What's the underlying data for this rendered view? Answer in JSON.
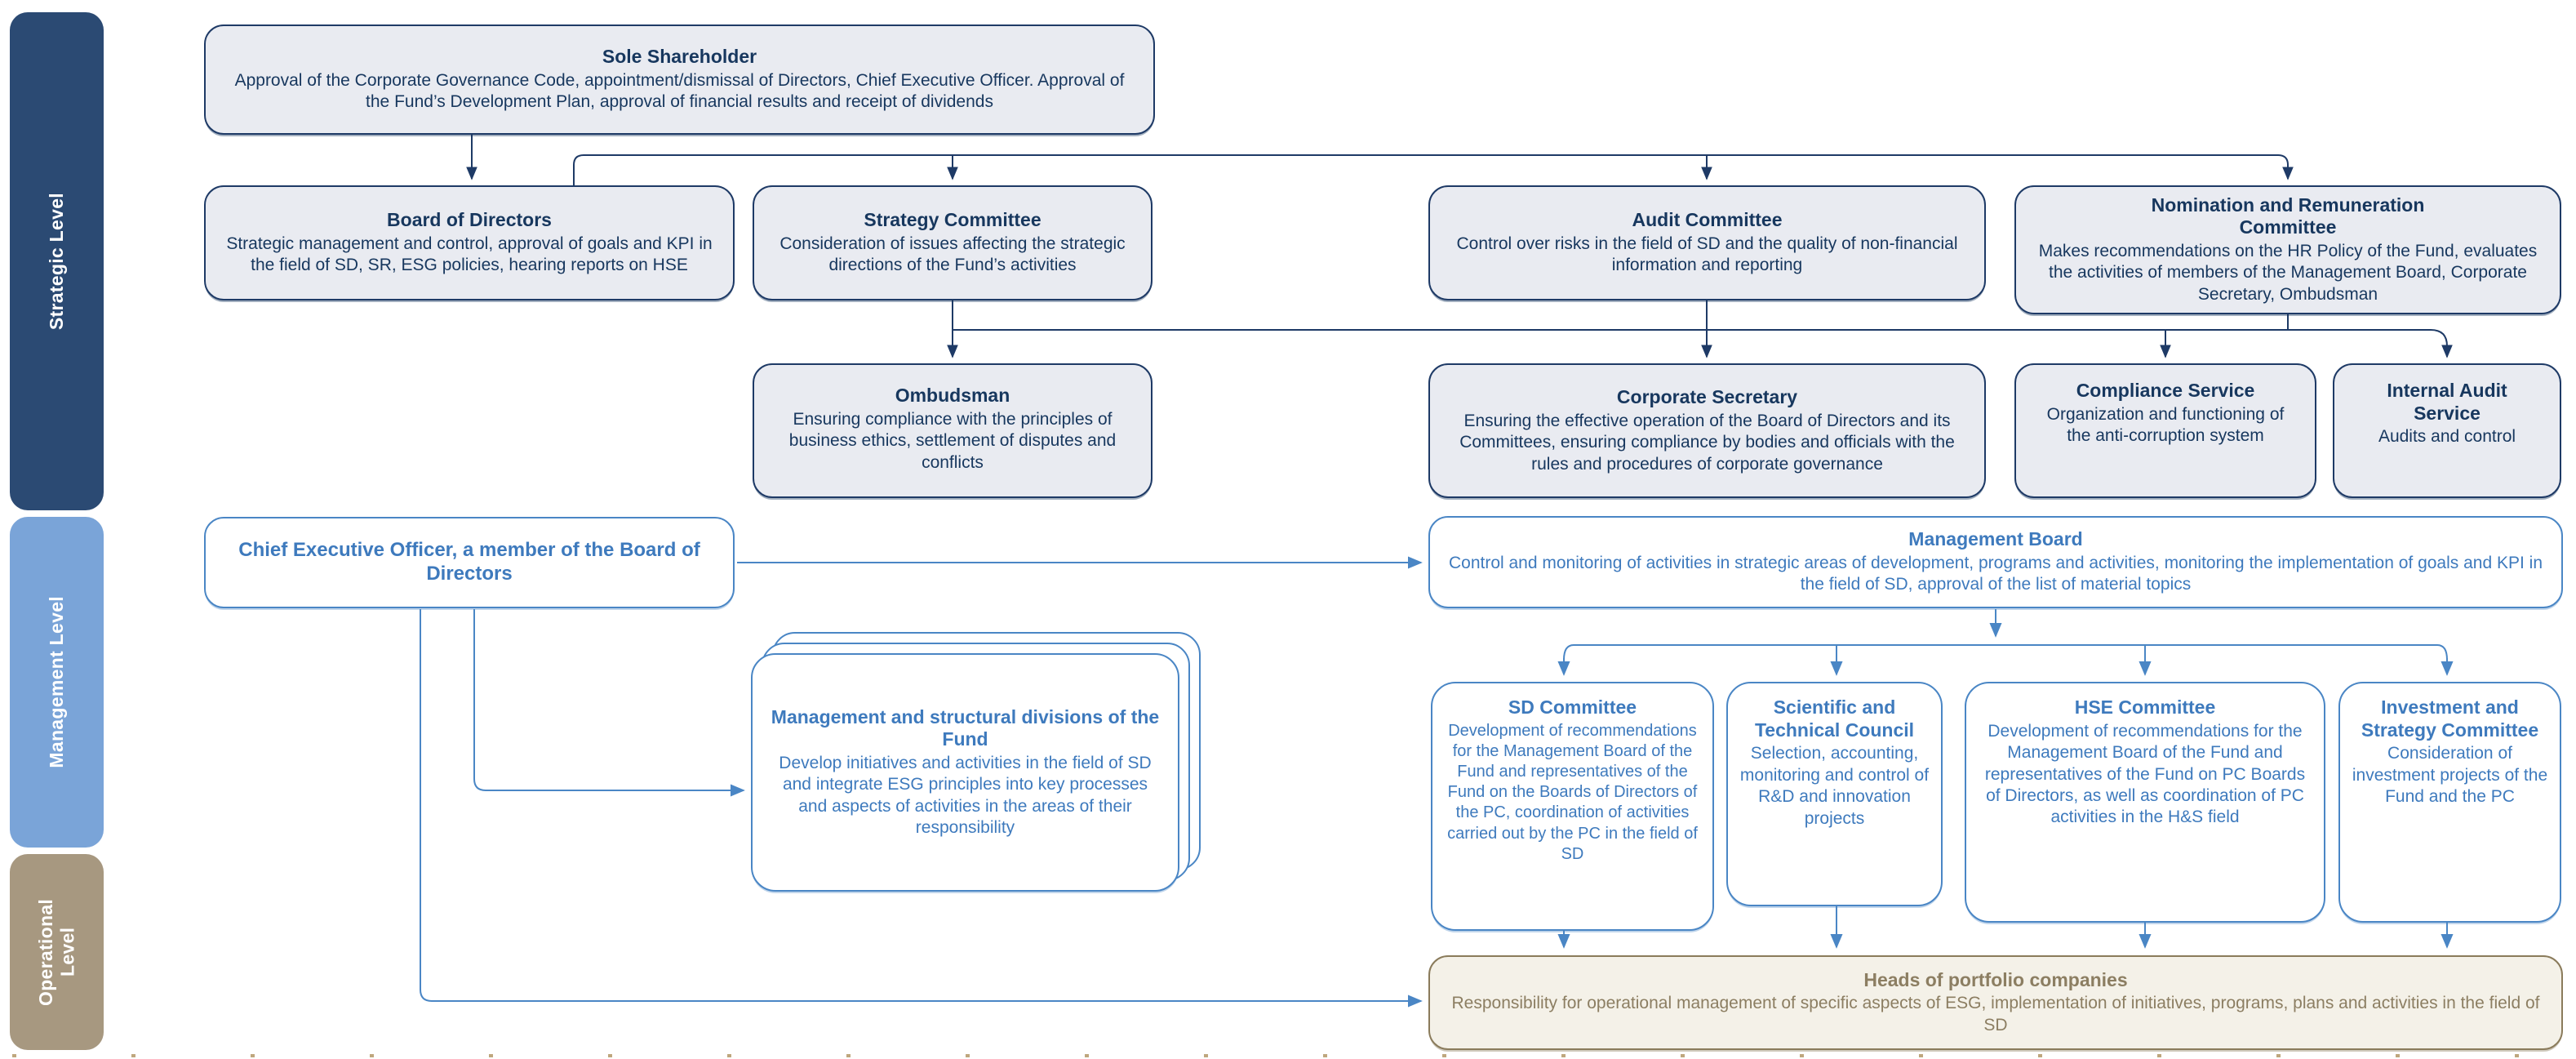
{
  "levels": [
    {
      "label": "Strategic Level",
      "color": "#2b4a73"
    },
    {
      "label": "Management Level",
      "color": "#7aa4d8"
    },
    {
      "label": "Operational Level",
      "color": "#a79880"
    }
  ],
  "colors": {
    "strategic_border": "#1e3a66",
    "strategic_fill": "#e9ebf1",
    "strategic_text": "#17375e",
    "management_accent": "#4a86c5",
    "management_text": "#3e7abd",
    "operational_border": "#8a7b5b",
    "operational_fill": "#f4f1e8",
    "operational_text": "#8c7e62"
  },
  "nodes": {
    "sole": {
      "title": "Sole Shareholder",
      "body": "Approval of the Corporate Governance Code, appointment/dismissal of Directors, Chief Executive Officer. Approval of the Fund’s Development Plan, approval of financial results and receipt of dividends"
    },
    "board": {
      "title": "Board of Directors",
      "body": "Strategic management and control, approval of goals and KPI in the field of SD, SR, ESG policies, hearing reports on HSE"
    },
    "strategy": {
      "title": "Strategy Committee",
      "body": "Consideration of issues affecting the strategic directions of the Fund’s activities"
    },
    "audit": {
      "title": "Audit Committee",
      "body": "Control over risks in the field of SD and the quality of non-financial information and reporting"
    },
    "nomination": {
      "title": "Nomination and Remuneration Committee",
      "body": "Makes recommendations on the HR Policy of the Fund, evaluates the activities of members of the Management Board, Corporate Secretary, Ombudsman"
    },
    "ombudsman": {
      "title": "Ombudsman",
      "body": "Ensuring compliance with the principles of business ethics, settlement of disputes and conflicts"
    },
    "corp_secretary": {
      "title": "Corporate Secretary",
      "body": "Ensuring the effective operation of the Board of Directors and its Committees, ensuring compliance by bodies and officials with the rules and procedures of corporate governance"
    },
    "compliance": {
      "title": "Compliance Service",
      "body": "Organization and functioning of the anti-corruption system"
    },
    "internal_audit": {
      "title": "Internal Audit Service",
      "body": "Audits and control"
    },
    "ceo": {
      "title": "Chief Executive Officer, a member of the Board of Directors"
    },
    "mgmt_board": {
      "title": "Management Board",
      "body": "Control and monitoring of activities in strategic areas of development, programs and activities, monitoring the implementation of goals and KPI in the field of SD, approval of the list of material topics"
    },
    "divisions": {
      "title": "Management and structural divisions of the Fund",
      "body": "Develop initiatives and activities in the field of SD and integrate ESG principles into key processes and aspects of activities in the areas of their responsibility"
    },
    "sd": {
      "title": "SD Committee",
      "body": "Development of recommendations for the Management Board of the Fund and representatives of the Fund on the Boards of Directors of the PC, coordination of activities carried out by the PC in the field of SD"
    },
    "stc": {
      "title": "Scientific and Technical Council",
      "body": "Selection, accounting, monitoring and control of R&D and innovation projects"
    },
    "hse": {
      "title": "HSE Committee",
      "body": "Development of recommendations for the Management Board of the Fund and representatives of the Fund on PC Boards of Directors, as well as coordination of PC activities in the H&S field"
    },
    "invest": {
      "title": "Investment and Strategy Committee",
      "body": "Consideration of investment projects of the Fund and the PC"
    },
    "heads": {
      "title": "Heads of portfolio companies",
      "body": "Responsibility for operational management of specific aspects of ESG, implementation of initiatives, programs, plans and activities in the field of SD"
    }
  }
}
